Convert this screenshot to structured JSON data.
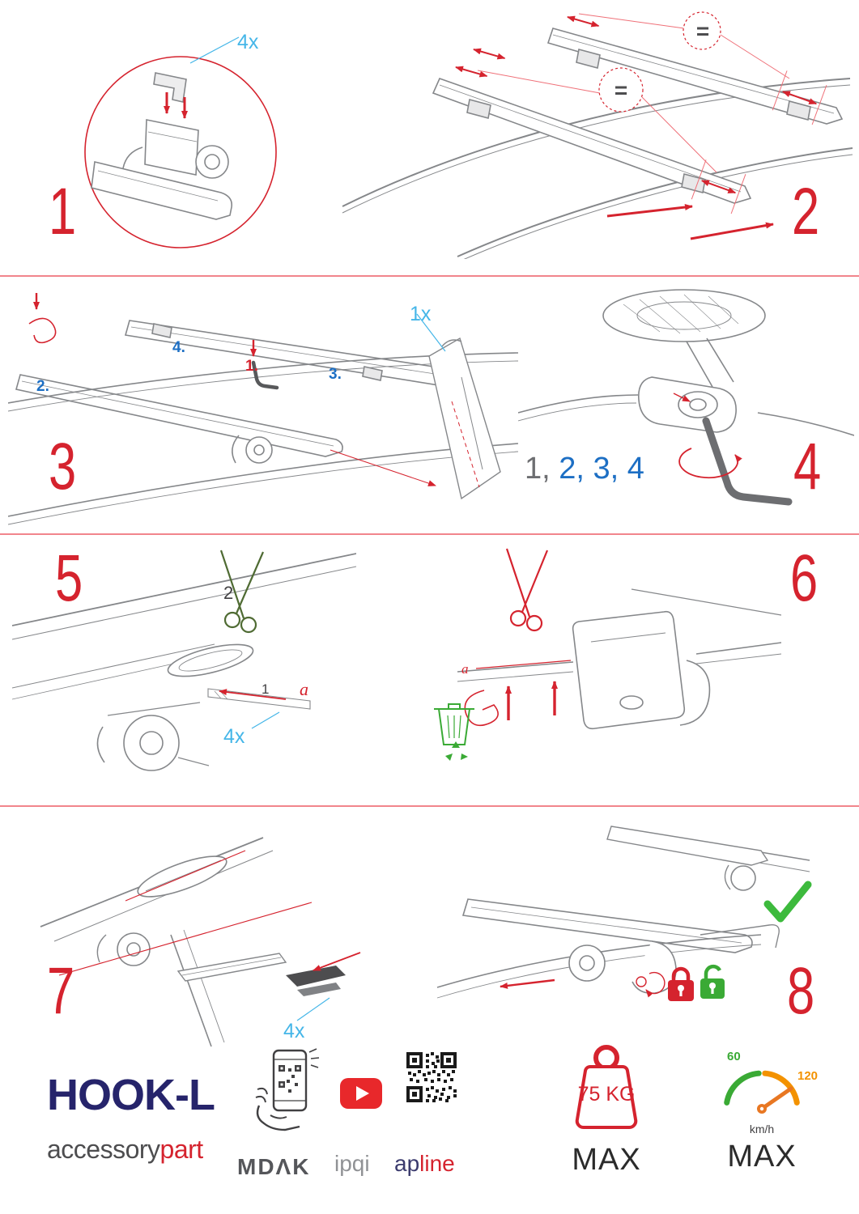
{
  "steps": {
    "s1": {
      "num": "1",
      "qty": "4x"
    },
    "s2": {
      "num": "2",
      "eq": "="
    },
    "s3": {
      "num": "3",
      "qty": "1x",
      "l1": "1.",
      "l2": "2.",
      "l3": "3.",
      "l4": "4."
    },
    "s4": {
      "num": "4",
      "seq_first": "1,",
      "seq_rest": " 2, 3, 4"
    },
    "s5": {
      "num": "5",
      "l2": "2",
      "l1": "1",
      "la": "a",
      "qty": "4x"
    },
    "s6": {
      "num": "6",
      "la": "a"
    },
    "s7": {
      "num": "7",
      "qty": "4x"
    },
    "s8": {
      "num": "8"
    }
  },
  "footer": {
    "product": "HOOK-L",
    "brand_gray": "accessory",
    "brand_red": "part",
    "mdak": "MDΛK",
    "ipqi": "ipqi",
    "ap": "ap",
    "line": "line",
    "weight_value": "75 KG",
    "weight_max": "MAX",
    "speed_low": "60",
    "speed_high": "120",
    "speed_unit": "km/h",
    "speed_max": "MAX"
  },
  "colors": {
    "red": "#d5232e",
    "light_blue": "#45b6e8",
    "royal_blue": "#1d6fc4",
    "navy": "#26246b",
    "green": "#3aaa35",
    "orange": "#f39200",
    "gray": "#6d6e71"
  }
}
